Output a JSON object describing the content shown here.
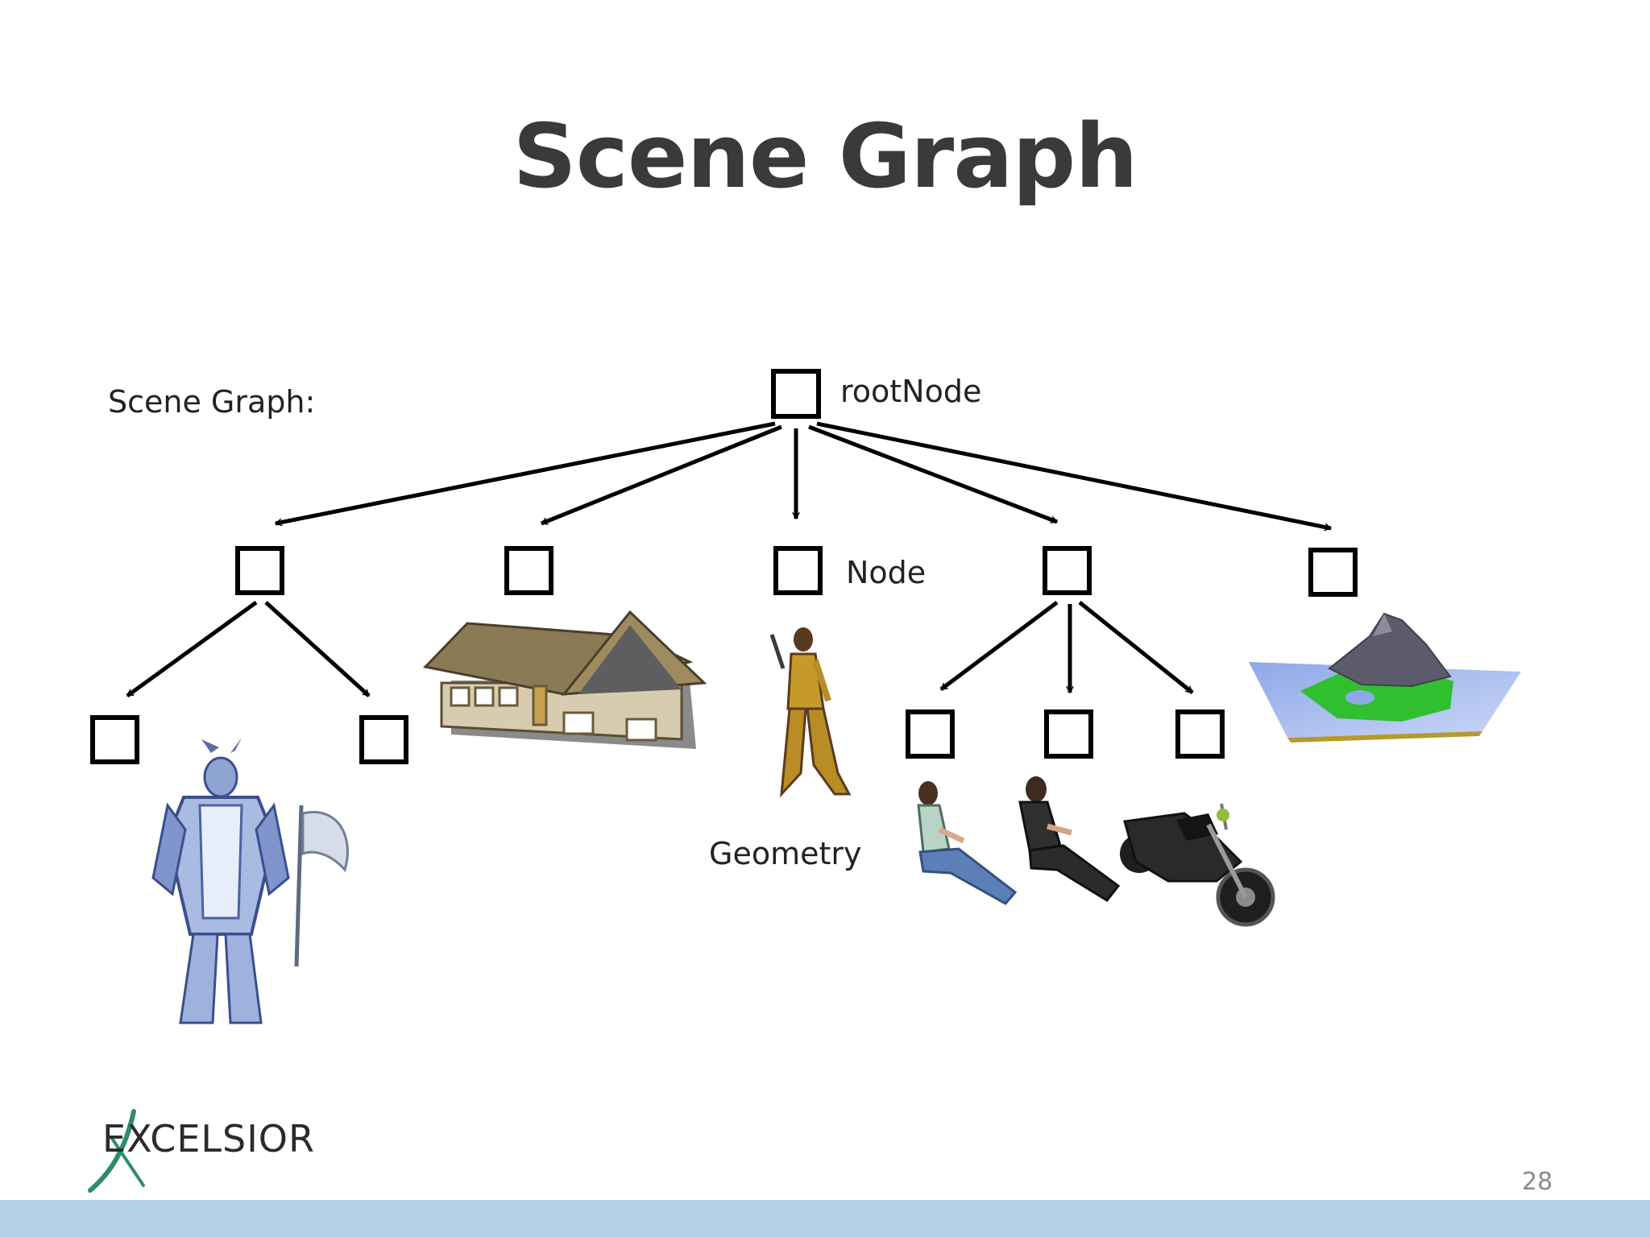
{
  "slide": {
    "title": "Scene Graph",
    "page_number": "28"
  },
  "diagram": {
    "caption": "Scene Graph:",
    "root_label": "rootNode",
    "node_label": "Node",
    "geometry_label": "Geometry"
  },
  "logo": {
    "text": "EXCELSIOR",
    "accent_color": "#2e8b6e"
  },
  "colors": {
    "title": "#3a3a3a",
    "footer_bar": "#b7d2e8"
  }
}
